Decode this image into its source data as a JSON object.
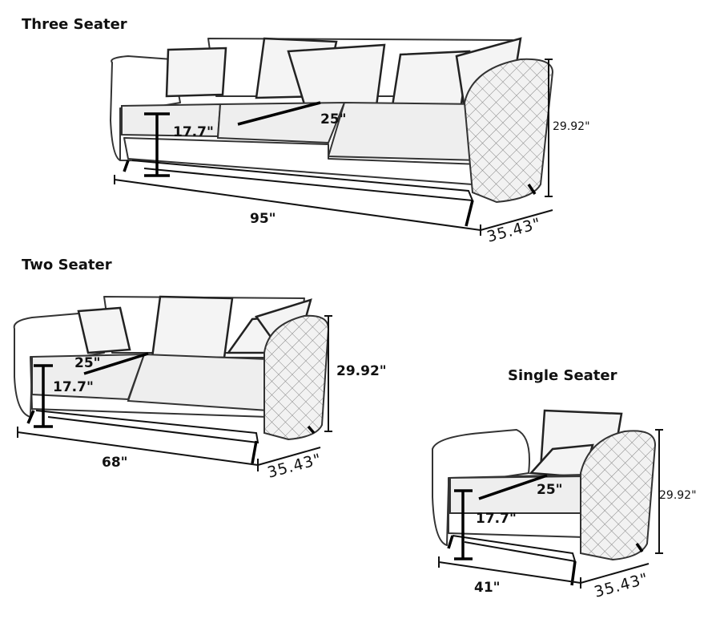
{
  "three_seater": {
    "title": "Three Seater",
    "seat_height": "17.7\"",
    "seat_depth": "25\"",
    "height": "29.92\"",
    "width": "95\"",
    "depth": "35.43\""
  },
  "two_seater": {
    "title": "Two Seater",
    "seat_height": "17.7\"",
    "seat_depth": "25\"",
    "height": "29.92\"",
    "width": "68\"",
    "depth": "35.43\""
  },
  "single_seater": {
    "title": "Single Seater",
    "seat_height": "17.7\"",
    "seat_depth": "25\"",
    "height": "29.92\"",
    "width": "41\"",
    "depth": "35.43\""
  }
}
